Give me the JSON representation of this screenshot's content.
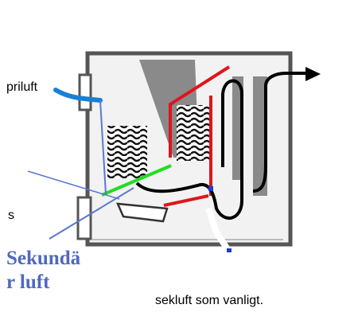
{
  "labels": {
    "primary_air": "priluft",
    "s": "s",
    "secondary_air_line1": "Sekundä",
    "secondary_air_line2": "r luft",
    "secondary_air_note": "sekluft som vanligt."
  },
  "colors": {
    "primary_air_arrow": "#1a7fd6",
    "secondary_air_text": "#4f68c0",
    "secondary_air_line": "#5a78d0",
    "baffle": "#e0141c",
    "green_path": "#22dd22",
    "flue_path": "#000000",
    "stove_outline": "#555555",
    "stove_fill": "#f2f2f2",
    "stove_shade": "#8a8a8a"
  },
  "icons": {
    "flue_arrow": "arrow-right-icon",
    "flame": "flame-pattern-icon"
  }
}
